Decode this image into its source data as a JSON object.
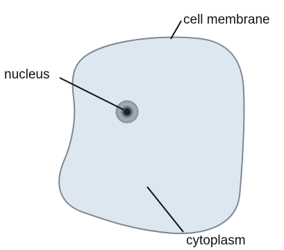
{
  "diagram": {
    "labels": {
      "membrane": "cell membrane",
      "nucleus": "nucleus",
      "cytoplasm": "cytoplasm"
    },
    "colors": {
      "cytoplasm_fill": "#dde7f0",
      "membrane_stroke": "#7d8893",
      "nucleus_outer": "#9ea9b4",
      "nucleus_inner": "#2f3439",
      "pointer_line": "#111111"
    }
  }
}
